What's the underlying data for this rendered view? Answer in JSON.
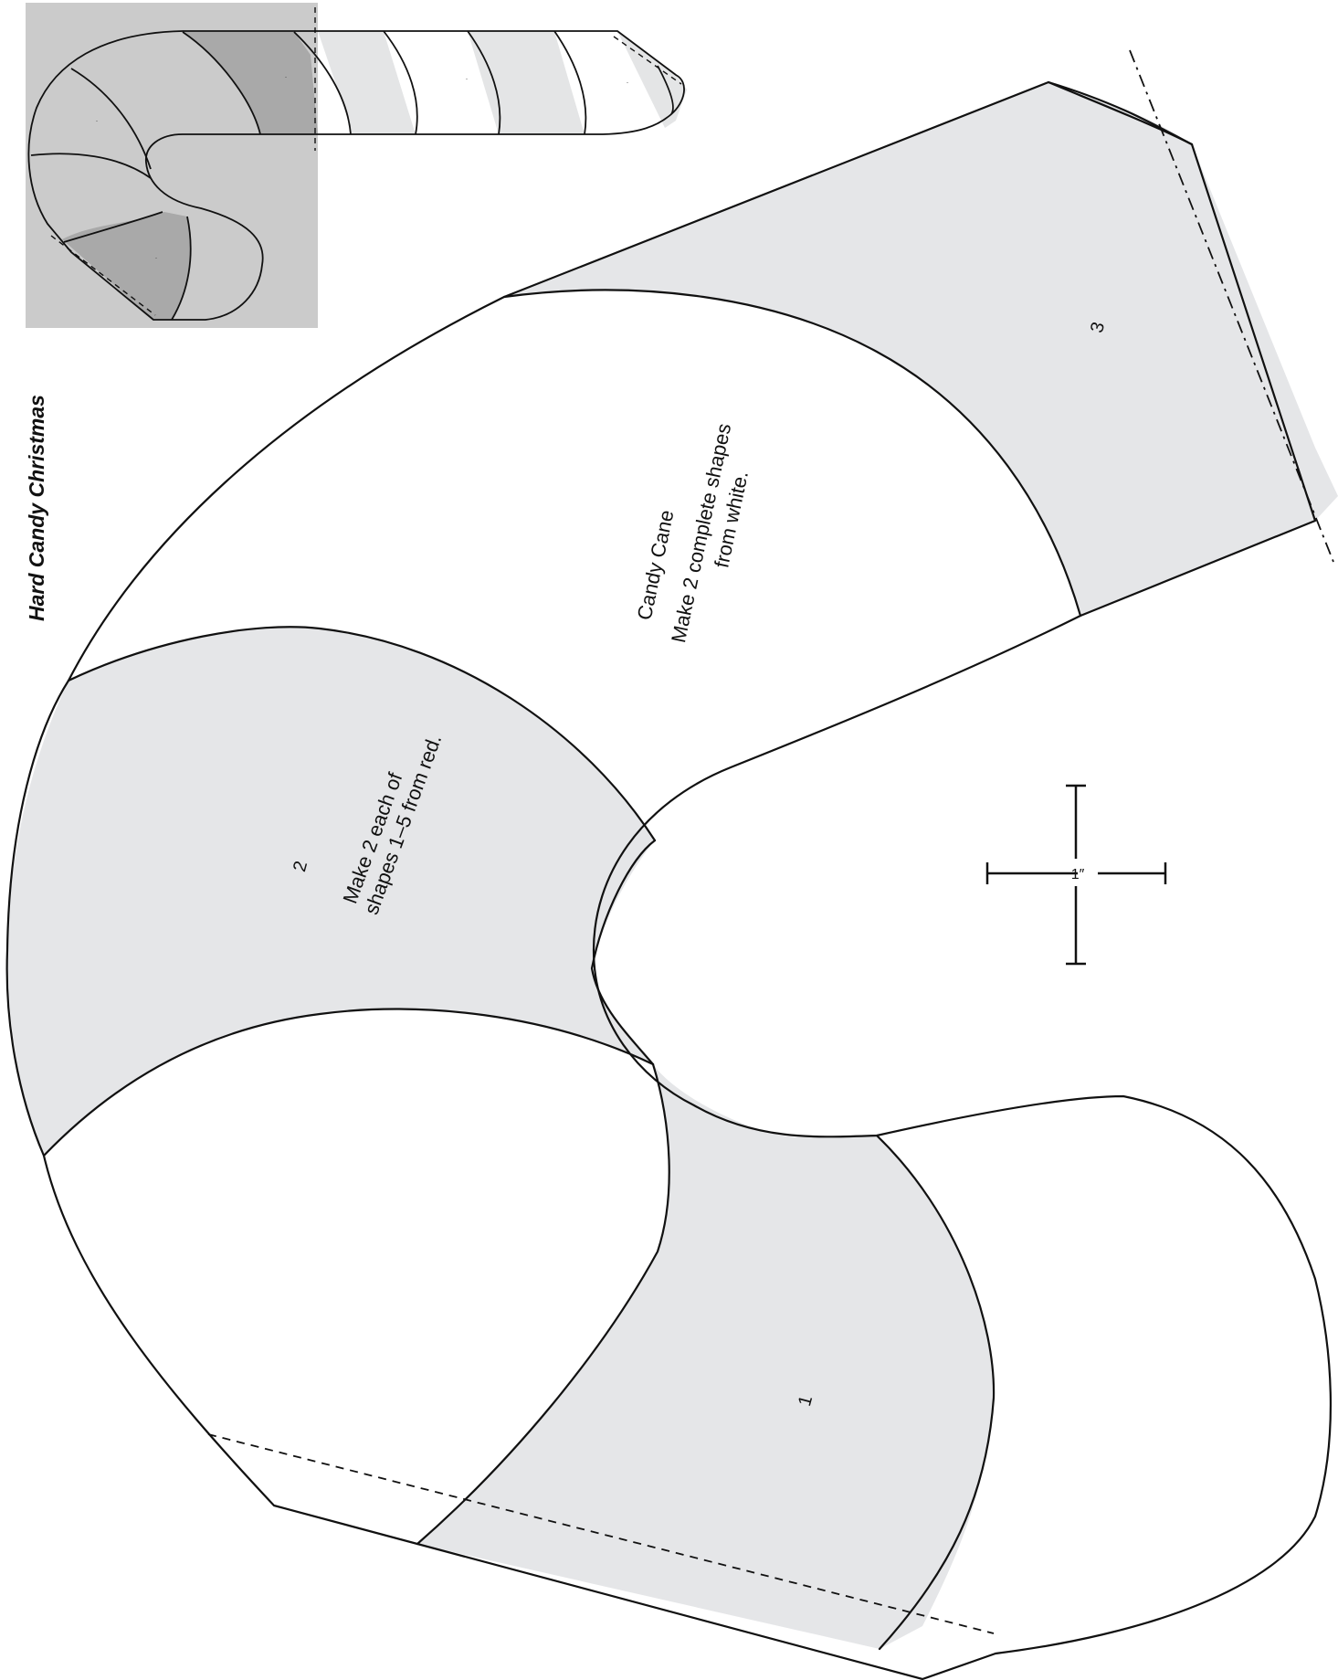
{
  "document": {
    "title": "Hard Candy Christmas"
  },
  "pattern": {
    "name": "Candy Cane",
    "white_instruction_line1": "Make 2 complete shapes",
    "white_instruction_line2": "from white.",
    "red_instruction_line1": "Make 2 each of",
    "red_instruction_line2": "shapes 1–5 from red.",
    "piece_labels": [
      "1",
      "2",
      "3"
    ],
    "scale_label": "1″"
  },
  "colors": {
    "red_piece_fill": "#e5e6e8",
    "thumbnail_background": "#cbcbcb"
  }
}
